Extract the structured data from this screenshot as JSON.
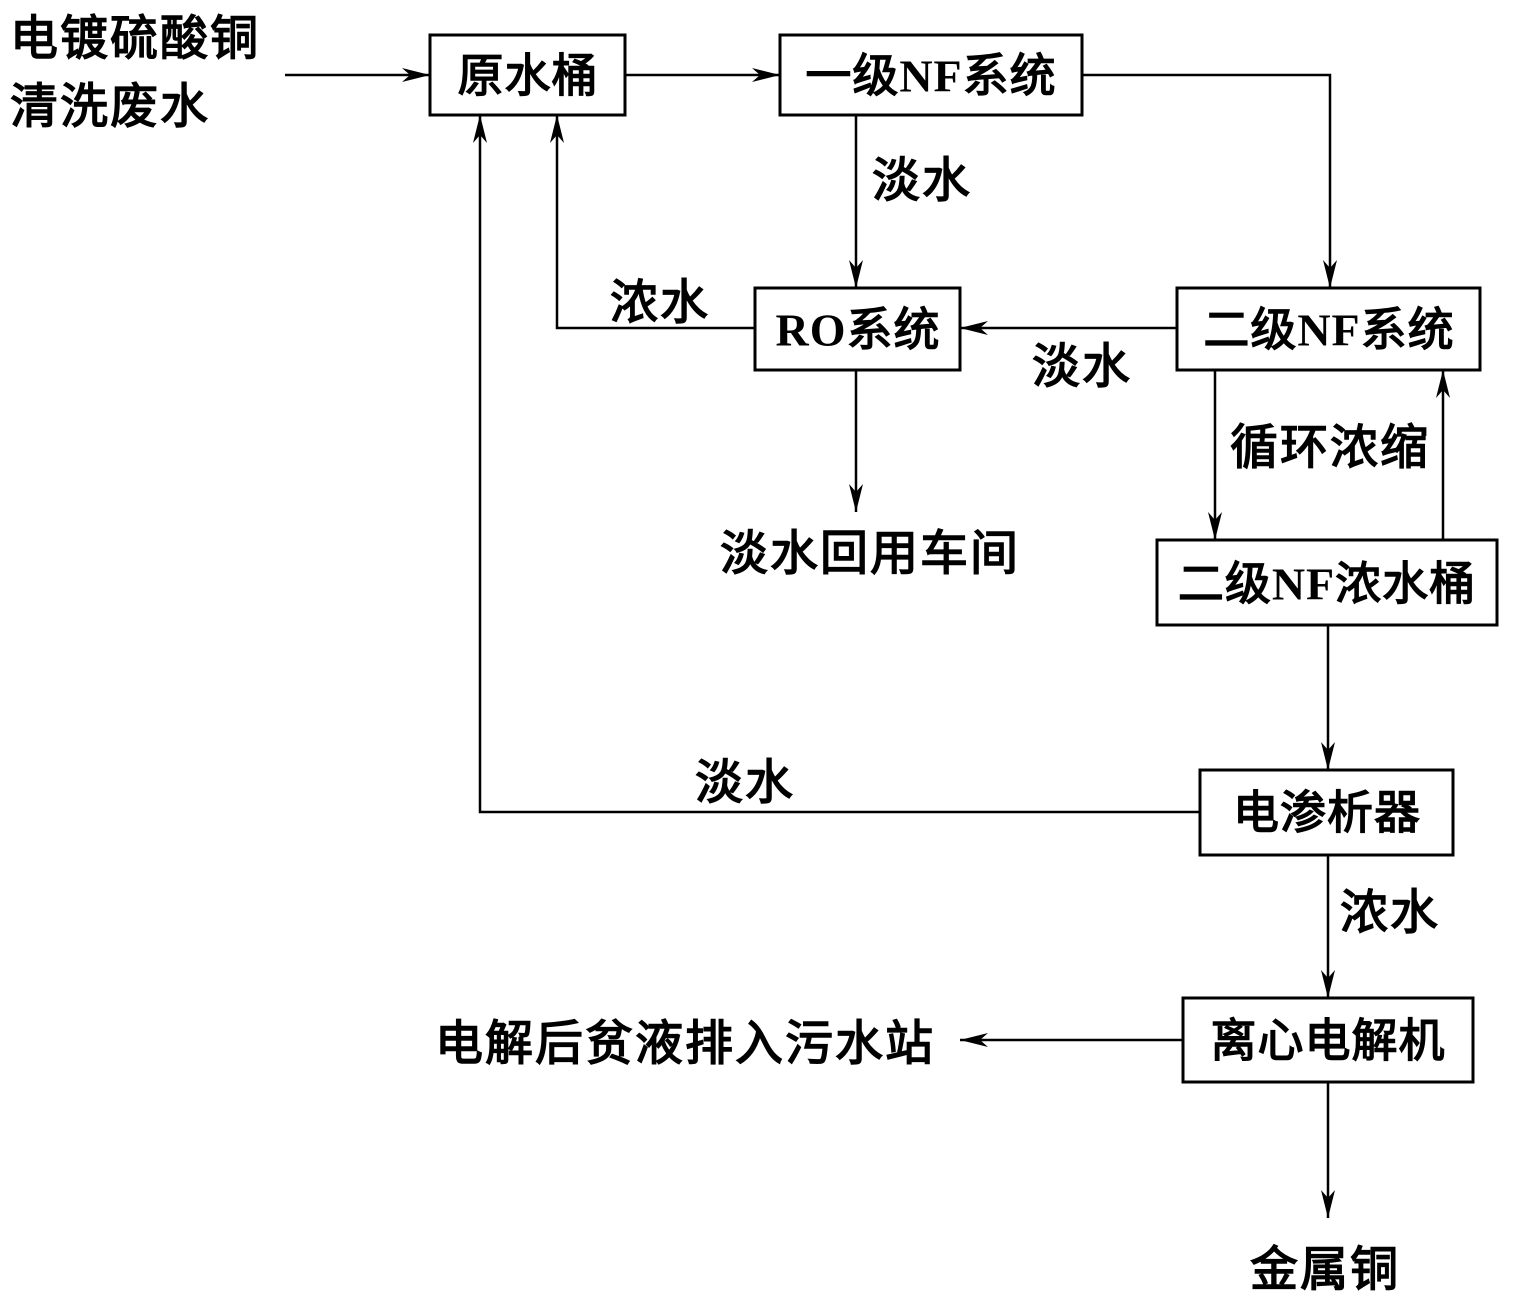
{
  "colors": {
    "stroke": "#000000",
    "background": "#ffffff"
  },
  "nodes": {
    "source": {
      "line1": "电镀硫酸铜",
      "line2": "清洗废水"
    },
    "raw_tank": "原水桶",
    "nf1": "一级NF系统",
    "ro": "RO系统",
    "nf2": "二级NF系统",
    "nf2_tank": "二级NF浓水桶",
    "electrodialyzer": "电渗析器",
    "centrifugal_electrolyzer": "离心电解机",
    "reuse": "淡水回用车间",
    "discharge": "电解后贫液排入污水站",
    "copper": "金属铜"
  },
  "edge_labels": {
    "nf1_to_ro": "淡水",
    "ro_to_raw": "浓水",
    "nf2_to_ro": "淡水",
    "nf2_loop": "循环浓缩",
    "ed_to_raw": "淡水",
    "ed_to_ce": "浓水"
  }
}
